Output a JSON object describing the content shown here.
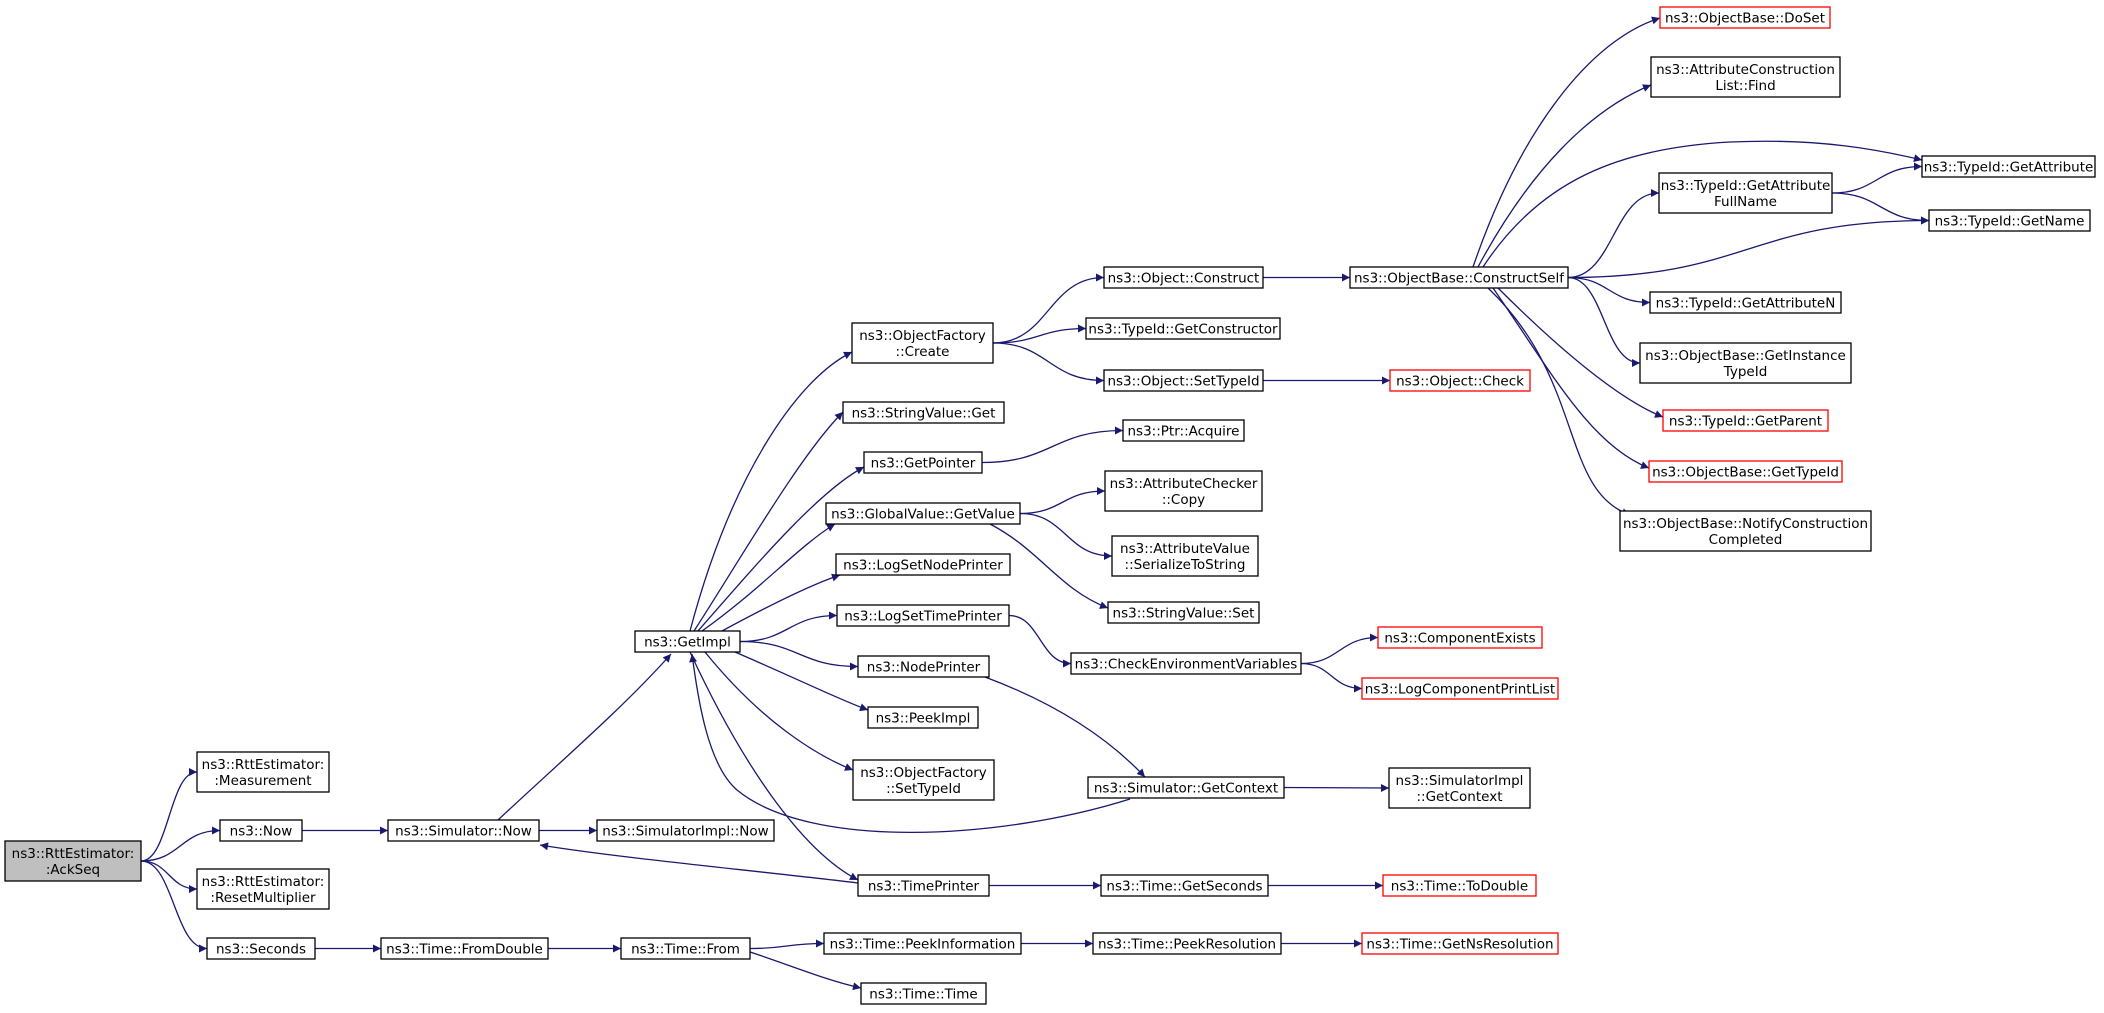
{
  "graph": {
    "nodes": [
      {
        "id": "acks",
        "lines": [
          "ns3::RttEstimator:",
          ":AckSeq"
        ],
        "style": "root"
      },
      {
        "id": "meas",
        "lines": [
          "ns3::RttEstimator:",
          ":Measurement"
        ]
      },
      {
        "id": "now",
        "lines": [
          "ns3::Now"
        ]
      },
      {
        "id": "resetm",
        "lines": [
          "ns3::RttEstimator:",
          ":ResetMultiplier"
        ]
      },
      {
        "id": "seconds",
        "lines": [
          "ns3::Seconds"
        ]
      },
      {
        "id": "simnow",
        "lines": [
          "ns3::Simulator::Now"
        ]
      },
      {
        "id": "simimplnow",
        "lines": [
          "ns3::SimulatorImpl::Now"
        ]
      },
      {
        "id": "fromdouble",
        "lines": [
          "ns3::Time::FromDouble"
        ]
      },
      {
        "id": "timefrom",
        "lines": [
          "ns3::Time::From"
        ]
      },
      {
        "id": "peekinfo",
        "lines": [
          "ns3::Time::PeekInformation"
        ]
      },
      {
        "id": "timetime",
        "lines": [
          "ns3::Time::Time"
        ]
      },
      {
        "id": "peekres",
        "lines": [
          "ns3::Time::PeekResolution"
        ]
      },
      {
        "id": "getnsres",
        "lines": [
          "ns3::Time::GetNsResolution"
        ],
        "style": "trunc"
      },
      {
        "id": "getimpl",
        "lines": [
          "ns3::GetImpl"
        ]
      },
      {
        "id": "ofcreate",
        "lines": [
          "ns3::ObjectFactory",
          "::Create"
        ]
      },
      {
        "id": "svget",
        "lines": [
          "ns3::StringValue::Get"
        ]
      },
      {
        "id": "getpointer",
        "lines": [
          "ns3::GetPointer"
        ]
      },
      {
        "id": "gvgetvalue",
        "lines": [
          "ns3::GlobalValue::GetValue"
        ]
      },
      {
        "id": "logsetnode",
        "lines": [
          "ns3::LogSetNodePrinter"
        ]
      },
      {
        "id": "logsettime",
        "lines": [
          "ns3::LogSetTimePrinter"
        ]
      },
      {
        "id": "nodeprinter",
        "lines": [
          "ns3::NodePrinter"
        ]
      },
      {
        "id": "peekimpl",
        "lines": [
          "ns3::PeekImpl"
        ]
      },
      {
        "id": "ofsettypeid",
        "lines": [
          "ns3::ObjectFactory",
          "::SetTypeId"
        ]
      },
      {
        "id": "timeprinter",
        "lines": [
          "ns3::TimePrinter"
        ]
      },
      {
        "id": "objconstruct",
        "lines": [
          "ns3::Object::Construct"
        ]
      },
      {
        "id": "tidgetctor",
        "lines": [
          "ns3::TypeId::GetConstructor"
        ]
      },
      {
        "id": "objsettypeid",
        "lines": [
          "ns3::Object::SetTypeId"
        ]
      },
      {
        "id": "ptracquire",
        "lines": [
          "ns3::Ptr::Acquire"
        ]
      },
      {
        "id": "accopy",
        "lines": [
          "ns3::AttributeChecker",
          "::Copy"
        ]
      },
      {
        "id": "avser",
        "lines": [
          "ns3::AttributeValue",
          "::SerializeToString"
        ]
      },
      {
        "id": "svset",
        "lines": [
          "ns3::StringValue::Set"
        ]
      },
      {
        "id": "checkenv",
        "lines": [
          "ns3::CheckEnvironmentVariables"
        ]
      },
      {
        "id": "simgetctx",
        "lines": [
          "ns3::Simulator::GetContext"
        ]
      },
      {
        "id": "timegetsec",
        "lines": [
          "ns3::Time::GetSeconds"
        ]
      },
      {
        "id": "timetodouble",
        "lines": [
          "ns3::Time::ToDouble"
        ],
        "style": "trunc"
      },
      {
        "id": "simimplgetctx",
        "lines": [
          "ns3::SimulatorImpl",
          "::GetContext"
        ]
      },
      {
        "id": "compexists",
        "lines": [
          "ns3::ComponentExists"
        ],
        "style": "trunc"
      },
      {
        "id": "logcompprint",
        "lines": [
          "ns3::LogComponentPrintList"
        ],
        "style": "trunc"
      },
      {
        "id": "objcheck",
        "lines": [
          "ns3::Object::Check"
        ],
        "style": "trunc"
      },
      {
        "id": "obconstructself",
        "lines": [
          "ns3::ObjectBase::ConstructSelf"
        ]
      },
      {
        "id": "obdoset",
        "lines": [
          "ns3::ObjectBase::DoSet"
        ],
        "style": "trunc"
      },
      {
        "id": "aclfind",
        "lines": [
          "ns3::AttributeConstruction",
          "List::Find"
        ]
      },
      {
        "id": "tidgetattrfull",
        "lines": [
          "ns3::TypeId::GetAttribute",
          "FullName"
        ]
      },
      {
        "id": "tidgetattrn",
        "lines": [
          "ns3::TypeId::GetAttributeN"
        ]
      },
      {
        "id": "obgetinst",
        "lines": [
          "ns3::ObjectBase::GetInstance",
          "TypeId"
        ]
      },
      {
        "id": "tidgetparent",
        "lines": [
          "ns3::TypeId::GetParent"
        ],
        "style": "trunc"
      },
      {
        "id": "obgettypeid",
        "lines": [
          "ns3::ObjectBase::GetTypeId"
        ],
        "style": "trunc"
      },
      {
        "id": "obnotify",
        "lines": [
          "ns3::ObjectBase::NotifyConstruction",
          "Completed"
        ]
      },
      {
        "id": "tidgetattr",
        "lines": [
          "ns3::TypeId::GetAttribute"
        ]
      },
      {
        "id": "tidgetname",
        "lines": [
          "ns3::TypeId::GetName"
        ]
      }
    ],
    "edges": [
      {
        "from": "acks",
        "to": "meas"
      },
      {
        "from": "acks",
        "to": "now"
      },
      {
        "from": "acks",
        "to": "resetm"
      },
      {
        "from": "acks",
        "to": "seconds"
      },
      {
        "from": "now",
        "to": "simnow"
      },
      {
        "from": "simnow",
        "to": "simimplnow"
      },
      {
        "from": "simnow",
        "to": "getimpl"
      },
      {
        "from": "seconds",
        "to": "fromdouble"
      },
      {
        "from": "fromdouble",
        "to": "timefrom"
      },
      {
        "from": "timefrom",
        "to": "peekinfo"
      },
      {
        "from": "timefrom",
        "to": "timetime"
      },
      {
        "from": "peekinfo",
        "to": "peekres"
      },
      {
        "from": "peekres",
        "to": "getnsres"
      },
      {
        "from": "getimpl",
        "to": "ofcreate"
      },
      {
        "from": "getimpl",
        "to": "svget"
      },
      {
        "from": "getimpl",
        "to": "getpointer"
      },
      {
        "from": "getimpl",
        "to": "gvgetvalue"
      },
      {
        "from": "getimpl",
        "to": "logsetnode"
      },
      {
        "from": "getimpl",
        "to": "logsettime"
      },
      {
        "from": "getimpl",
        "to": "nodeprinter"
      },
      {
        "from": "getimpl",
        "to": "peekimpl"
      },
      {
        "from": "getimpl",
        "to": "ofsettypeid"
      },
      {
        "from": "getimpl",
        "to": "timeprinter"
      },
      {
        "from": "timeprinter",
        "to": "simnow"
      },
      {
        "from": "timeprinter",
        "to": "timegetsec"
      },
      {
        "from": "simgetctx",
        "to": "getimpl"
      },
      {
        "from": "simgetctx",
        "to": "simimplgetctx"
      },
      {
        "from": "nodeprinter",
        "to": "simgetctx"
      },
      {
        "from": "timegetsec",
        "to": "timetodouble"
      },
      {
        "from": "logsettime",
        "to": "checkenv"
      },
      {
        "from": "checkenv",
        "to": "compexists"
      },
      {
        "from": "checkenv",
        "to": "logcompprint"
      },
      {
        "from": "getpointer",
        "to": "ptracquire"
      },
      {
        "from": "gvgetvalue",
        "to": "accopy"
      },
      {
        "from": "gvgetvalue",
        "to": "avser"
      },
      {
        "from": "gvgetvalue",
        "to": "svset"
      },
      {
        "from": "ofcreate",
        "to": "objconstruct"
      },
      {
        "from": "ofcreate",
        "to": "tidgetctor"
      },
      {
        "from": "ofcreate",
        "to": "objsettypeid"
      },
      {
        "from": "objsettypeid",
        "to": "objcheck"
      },
      {
        "from": "objconstruct",
        "to": "obconstructself"
      },
      {
        "from": "obconstructself",
        "to": "obdoset"
      },
      {
        "from": "obconstructself",
        "to": "aclfind"
      },
      {
        "from": "obconstructself",
        "to": "tidgetattr"
      },
      {
        "from": "obconstructself",
        "to": "tidgetattrfull"
      },
      {
        "from": "obconstructself",
        "to": "tidgetname"
      },
      {
        "from": "obconstructself",
        "to": "tidgetattrn"
      },
      {
        "from": "obconstructself",
        "to": "obgetinst"
      },
      {
        "from": "obconstructself",
        "to": "tidgetparent"
      },
      {
        "from": "obconstructself",
        "to": "obgettypeid"
      },
      {
        "from": "obconstructself",
        "to": "obnotify"
      },
      {
        "from": "tidgetattrfull",
        "to": "tidgetattr"
      },
      {
        "from": "tidgetattrfull",
        "to": "tidgetname"
      }
    ]
  }
}
